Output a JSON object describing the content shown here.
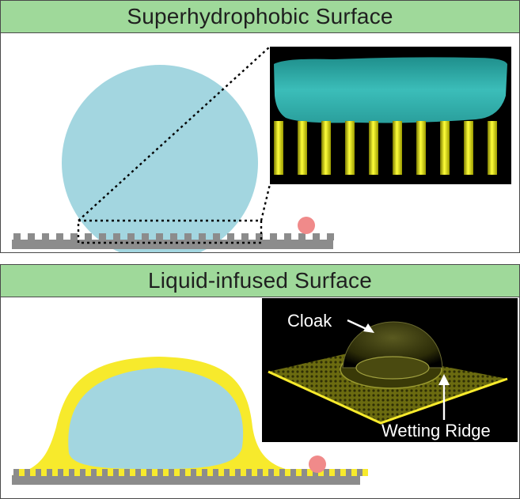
{
  "top_panel": {
    "title": "Superhydrophobic Surface",
    "colors": {
      "header": "#9fd99a",
      "droplet": "#a3d6e0",
      "substrate": "#8c8c8c",
      "particle": "#f08a8a",
      "micrograph_water": "#33b0ad",
      "posts": "#e6e600"
    }
  },
  "bottom_panel": {
    "title": "Liquid-infused Surface",
    "inset_labels": {
      "cloak": "Cloak",
      "wetting_ridge": "Wetting Ridge"
    },
    "colors": {
      "header": "#9fd99a",
      "droplet": "#a3d6e0",
      "lubricant": "#f7ea2c",
      "substrate": "#8c8c8c",
      "particle": "#f08a8a"
    }
  }
}
